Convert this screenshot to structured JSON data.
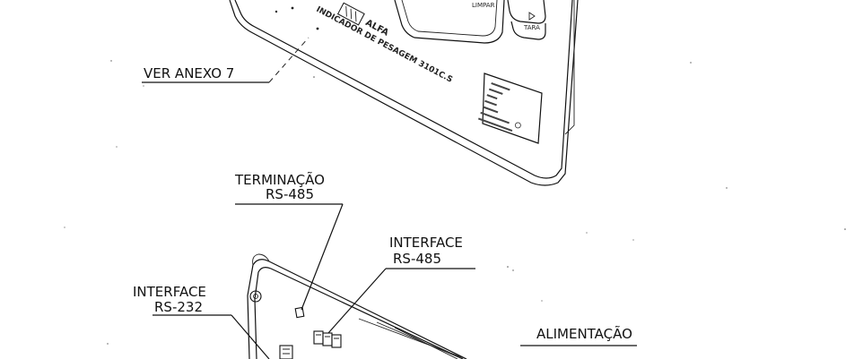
{
  "labels": {
    "ver_anexo": "VER ANEXO 7",
    "terminacao_line1": "TERMINAÇÃO",
    "terminacao_line2": "RS-485",
    "interface485_line1": "INTERFACE",
    "interface485_line2": "RS-485",
    "interface232_line1": "INTERFACE",
    "interface232_line2": "RS-232",
    "alimentacao": "ALIMENTAÇÃO"
  },
  "front_panel": {
    "brand": "ALFA",
    "model": "INDICADOR DE PESAGEM 3101C.S",
    "tara_key": "TARA"
  }
}
